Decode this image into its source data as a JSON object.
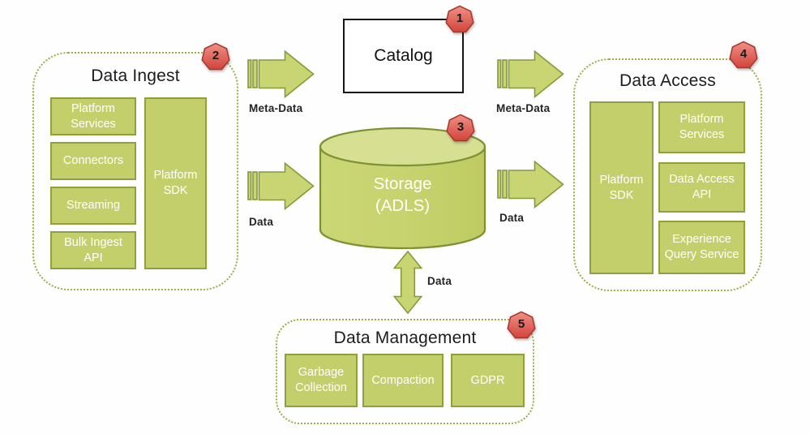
{
  "catalog": {
    "title": "Catalog",
    "badge": "1"
  },
  "data_ingest": {
    "title": "Data Ingest",
    "badge": "2",
    "items": [
      "Platform Services",
      "Connectors",
      "Streaming",
      "Bulk Ingest API"
    ],
    "sdk_label": "Platform SDK"
  },
  "storage": {
    "line1": "Storage",
    "line2": "(ADLS)",
    "badge": "3"
  },
  "data_access": {
    "title": "Data Access",
    "badge": "4",
    "sdk_label": "Platform SDK",
    "items": [
      "Platform Services",
      "Data Access API",
      "Experience Query Service"
    ]
  },
  "data_management": {
    "title": "Data Management",
    "badge": "5",
    "items": [
      "Garbage Collection",
      "Compaction",
      "GDPR"
    ]
  },
  "arrows": {
    "ingest_catalog_label": "Meta-Data",
    "ingest_storage_label": "Data",
    "catalog_access_label": "Meta-Data",
    "storage_access_label": "Data",
    "storage_management_label": "Data"
  },
  "colors": {
    "box_fill": "#c3cf6b",
    "box_border": "#8fa03c",
    "container_border": "#9cad45",
    "arrow_fill": "#c9d572",
    "arrow_border": "#87993a",
    "badge_border": "#aa352c",
    "cyl_top": "#d6df92",
    "cyl_border": "#7e9233",
    "text_dark": "#1c1c1c"
  }
}
